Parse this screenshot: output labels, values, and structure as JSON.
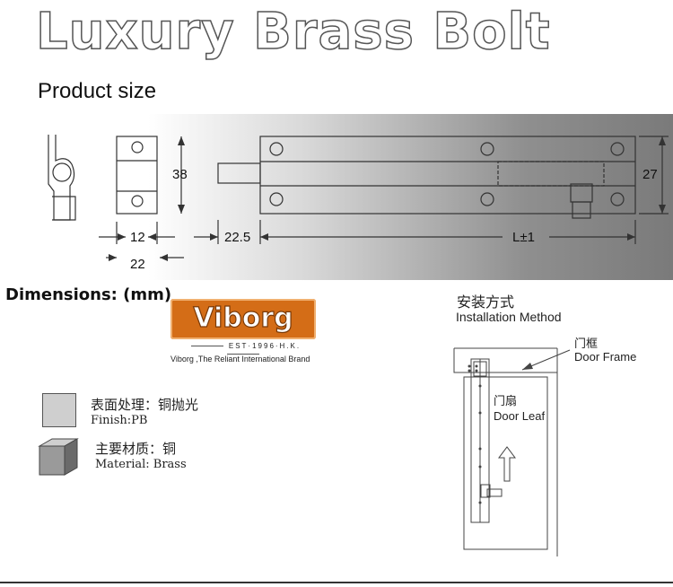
{
  "header": {
    "title": "Luxury Brass Bolt",
    "subtitle": "Product size"
  },
  "drawing": {
    "dim_height": "38",
    "dim_right": "27",
    "dim_width_1": "12",
    "dim_width_2": "22",
    "dim_offset": "22.5",
    "dim_length": "L±1"
  },
  "dimensions_label": "Dimensions: (mm)",
  "logo": {
    "brand": "Viborg",
    "established": "EST·1996·H.K.",
    "tagline": "Viborg ,The Reliant International Brand",
    "color": "#d46d17"
  },
  "specs": {
    "finish_zh": "表面处理：铜抛光",
    "finish_en": "Finish:PB",
    "material_zh": "主要材质：铜",
    "material_en": "Material: Brass"
  },
  "installation": {
    "title_zh": "安装方式",
    "title_en": "Installation  Method",
    "frame_zh": "门框",
    "frame_en": "Door Frame",
    "leaf_zh": "门扇",
    "leaf_en": "Door Leaf"
  }
}
